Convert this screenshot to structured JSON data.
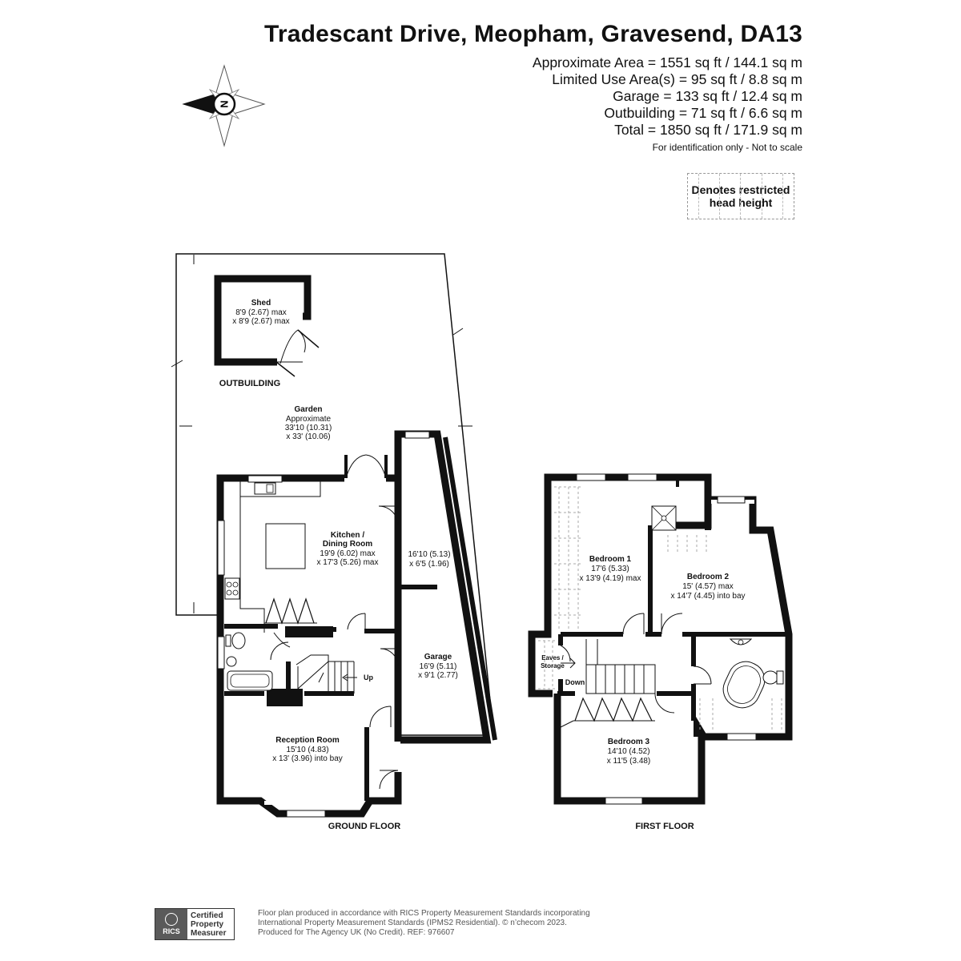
{
  "header": {
    "title": "Tradescant Drive, Meopham, Gravesend, DA13",
    "areas": [
      "Approximate Area = 1551 sq ft / 144.1 sq m",
      "Limited Use Area(s) = 95 sq ft / 8.8 sq m",
      "Garage = 133 sq ft / 12.4 sq m",
      "Outbuilding = 71 sq ft / 6.6 sq m",
      "Total = 1850 sq ft / 171.9 sq m"
    ],
    "note": "For identification only - Not to scale"
  },
  "compass": {
    "label": "N"
  },
  "legend": {
    "line1": "Denotes restricted",
    "line2": "head height"
  },
  "ground_floor": {
    "floor_label": "GROUND FLOOR",
    "outbuilding_label": "OUTBUILDING",
    "shed": {
      "name": "Shed",
      "dim1": "8'9 (2.67) max",
      "dim2": "x 8'9 (2.67) max"
    },
    "garden": {
      "name": "Garden",
      "dim1": "Approximate",
      "dim2": "33'10 (10.31)",
      "dim3": "x 33' (10.06)"
    },
    "kitchen": {
      "name": "Kitchen /",
      "name2": "Dining Room",
      "dim1": "19'9 (6.02) max",
      "dim2": "x 17'3 (5.26) max"
    },
    "store": {
      "dim1": "16'10 (5.13)",
      "dim2": "x 6'5 (1.96)"
    },
    "garage": {
      "name": "Garage",
      "dim1": "16'9 (5.11)",
      "dim2": "x 9'1 (2.77)"
    },
    "reception": {
      "name": "Reception Room",
      "dim1": "15'10 (4.83)",
      "dim2": "x 13' (3.96) into bay"
    },
    "stairs_label": "Up"
  },
  "first_floor": {
    "floor_label": "FIRST FLOOR",
    "bedroom1": {
      "name": "Bedroom 1",
      "dim1": "17'6 (5.33)",
      "dim2": "x 13'9 (4.19) max"
    },
    "bedroom2": {
      "name": "Bedroom 2",
      "dim1": "15' (4.57) max",
      "dim2": "x 14'7 (4.45) into bay"
    },
    "bedroom3": {
      "name": "Bedroom 3",
      "dim1": "14'10 (4.52)",
      "dim2": "x 11'5 (3.48)"
    },
    "eaves": {
      "line1": "Eaves /",
      "line2": "Storage"
    },
    "stairs_label": "Down"
  },
  "footer": {
    "logo": {
      "badge": "RICS",
      "line1": "Certified",
      "line2": "Property",
      "line3": "Measurer"
    },
    "lines": [
      "Floor plan produced in accordance with RICS Property Measurement Standards incorporating",
      "International Property Measurement Standards (IPMS2 Residential).  © n’checom 2023.",
      "Produced for The Agency UK (No Credit).   REF: 976607"
    ]
  }
}
